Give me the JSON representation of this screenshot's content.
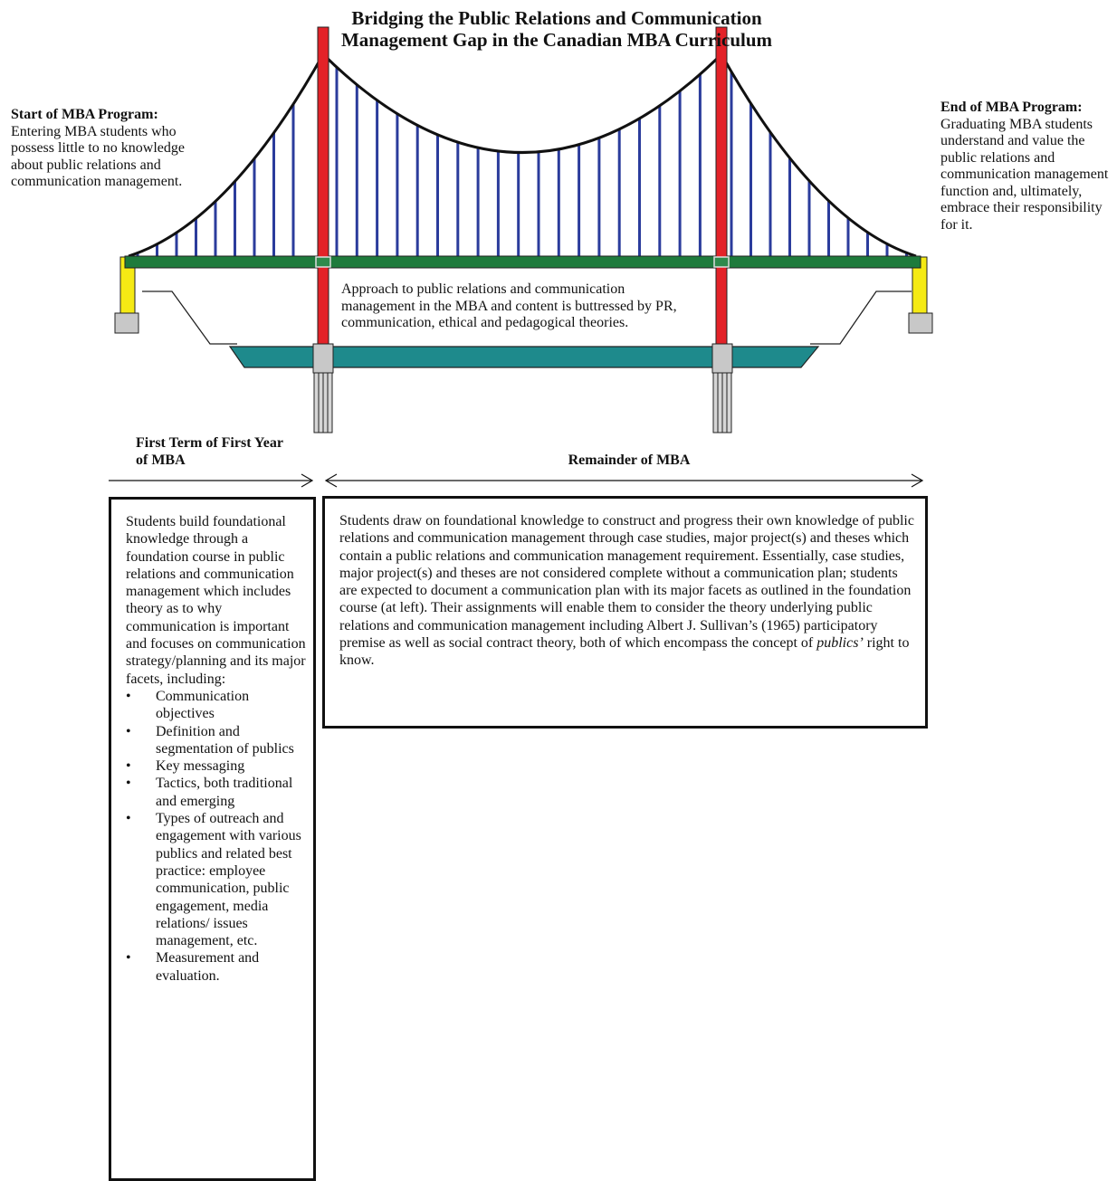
{
  "title": "Bridging the Public Relations and Communication Management Gap in the Canadian MBA Curriculum",
  "start": {
    "heading": "Start of MBA Program:",
    "text": "Entering MBA students who possess little to no knowledge about public relations and communication management."
  },
  "end": {
    "heading": "End of MBA Program:",
    "text": "Graduating MBA students understand and value the public relations and communication management  function and, ultimately, embrace their responsibility for it."
  },
  "approach": "Approach to public relations and communication management  in the MBA and content is buttressed by PR, communication, ethical and pedagogical theories.",
  "phases": {
    "first": "First Term of First Year of MBA",
    "remainder": "Remainder of MBA"
  },
  "first_box": {
    "intro": "Students build foundational knowledge through a foundation course in public relations and communication management which includes theory as to why communication is important and focuses on communication strategy/planning and its major facets, including:",
    "bullet_glyph": "•",
    "facets": [
      "Communication objectives",
      "Definition and segmentation of publics",
      "Key messaging",
      "Tactics, both traditional and emerging",
      "Types of outreach and engagement with various publics and related best practice: employee communication, public engagement, media relations/ issues management, etc.",
      "Measurement and evaluation."
    ]
  },
  "remainder_box": {
    "text_before": "Students draw on foundational knowledge to construct and progress their own knowledge of public relations and communication management through case studies, major project(s) and theses which contain a public relations and communication management requirement. Essentially, case studies, major project(s) and theses are not considered complete without a communication plan; students are expected to document a communication plan with its major facets as outlined in the foundation course (at left).  Their assignments will enable them to consider the theory underlying public relations and communication management including Albert J. Sullivan’s (1965) participatory premise as well as social contract theory, both of which encompass the concept of ",
    "emphasis": "publics’",
    "text_after": " right to know."
  },
  "colors": {
    "tower": "#e32228",
    "deck": "#1e7b3c",
    "hanger": "#2b3c9c",
    "water": "#1e8a8c",
    "abutment": "#f5ea14",
    "pier": "#c8c8c8"
  }
}
